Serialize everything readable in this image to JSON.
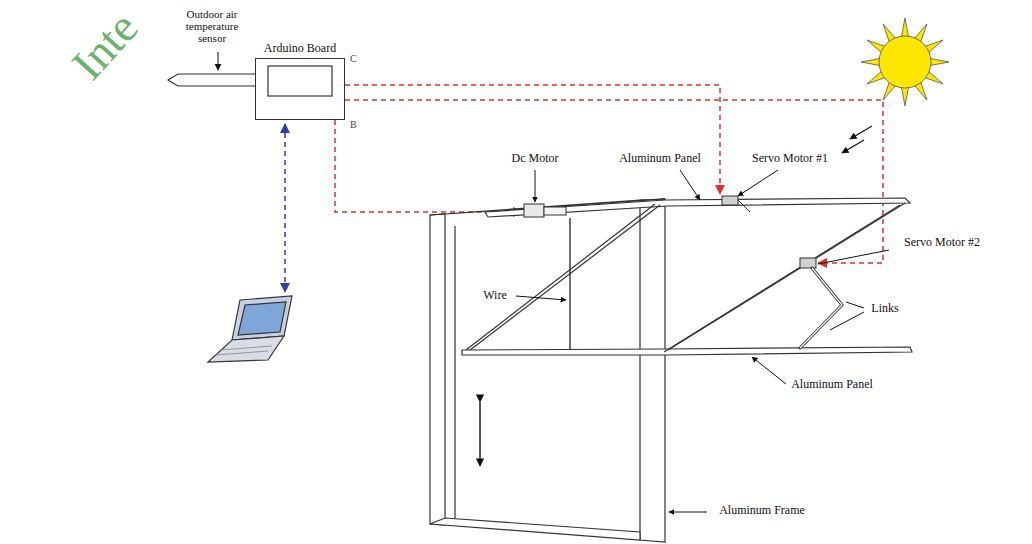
{
  "diagram": {
    "nodes": [
      {
        "text": [
          "Arduino Board"
        ]
      }
    ],
    "labels": [
      "Inte",
      "Outdoor air temperature sensor",
      "C",
      "B",
      "Dc Motor",
      "Aluminum Panel",
      "Servo Motor #1",
      "Servo Motor #2",
      "Wire",
      "Links",
      "Aluminum Panel",
      "Aluminum Frame"
    ]
  }
}
